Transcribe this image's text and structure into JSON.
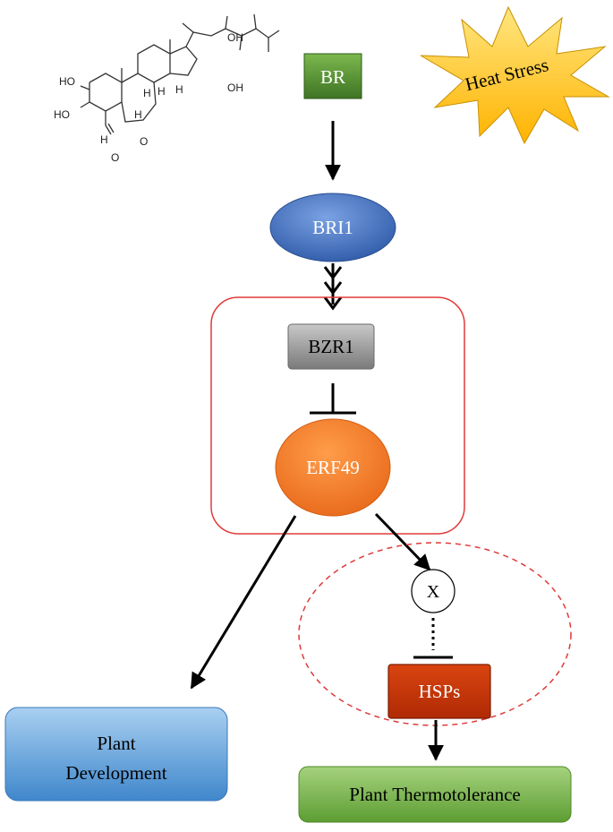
{
  "nodes": {
    "br": "BR",
    "heat_stress": "Heat Stress",
    "bri1": "BRI1",
    "bzr1": "BZR1",
    "erf49": "ERF49",
    "x": "X",
    "hsps": "HSPs",
    "plant_development_line1": "Plant",
    "plant_development_line2": "Development",
    "plant_thermotolerance": "Plant Thermotolerance"
  },
  "molecule": {
    "ho_1": "HO",
    "ho_2": "HO",
    "oh_1": "OH",
    "oh_2": "OH",
    "h_1": "H",
    "h_2": "H",
    "h_3": "H",
    "h_4": "H",
    "h_5": "H",
    "o_ring": "O",
    "o_carbonyl": "O"
  },
  "colors": {
    "br_green": "#4f8a2e",
    "bri1_blue": "#4472c4",
    "bzr1_gray": "#8c8c8c",
    "erf49_orange": "#f07c2a",
    "hsps_red": "#c4310a",
    "development_blue": "#3f87cc",
    "thermotolerance_green": "#6aaa3a",
    "heat_yellow": "#ffc000",
    "frame_red": "#e03a3a"
  }
}
